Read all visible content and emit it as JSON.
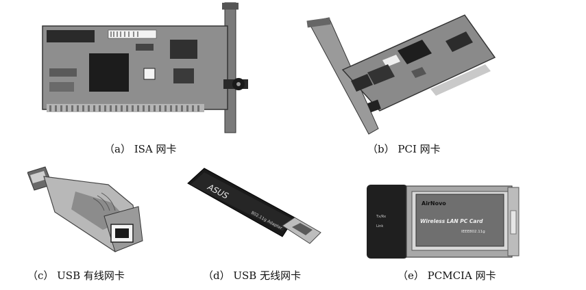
{
  "figures": [
    {
      "caption": "（a） ISA 网卡",
      "subject": "isa-network-card"
    },
    {
      "caption": "（b） PCI 网卡",
      "subject": "pci-network-card"
    },
    {
      "caption": "（c） USB 有线网卡",
      "subject": "usb-wired-network-adapter"
    },
    {
      "caption": "（d） USB 无线网卡",
      "subject": "usb-wireless-network-adapter"
    },
    {
      "caption": "（e） PCMCIA 网卡",
      "subject": "pcmcia-network-card"
    }
  ],
  "labels": {
    "d_brand": "ASUS",
    "d_model": "802.11g Adapter",
    "e_brand": "AirNovo",
    "e_product": "Wireless LAN PC Card",
    "e_standard": "IEEE802.11g",
    "e_led_1": "Tx/Rx",
    "e_led_2": "Link"
  }
}
